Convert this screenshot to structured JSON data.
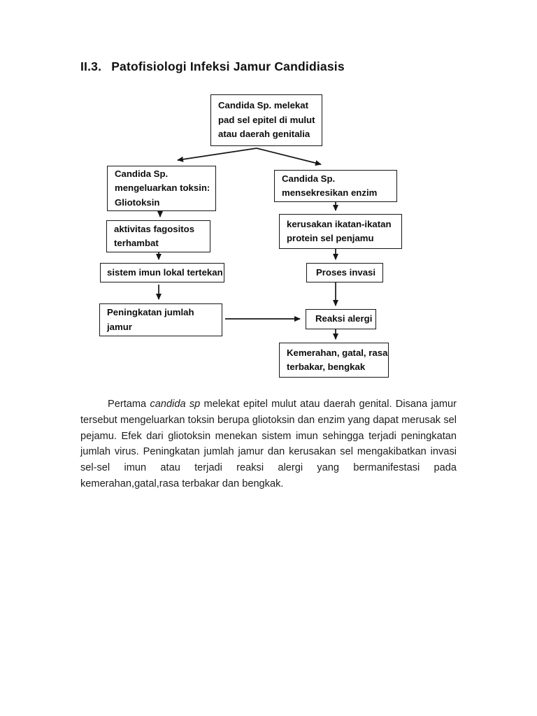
{
  "heading": {
    "number": "II.3.",
    "title": "Patofisiologi Infeksi Jamur Candidiasis"
  },
  "flowchart": {
    "top_box": {
      "lines": [
        "Candida Sp. melekat",
        "pad sel epitel di mulut",
        "atau daerah genitalia"
      ]
    },
    "left_branch": [
      {
        "lines": [
          "Candida Sp.",
          "mengeluarkan toksin:",
          "Gliotoksin"
        ]
      },
      {
        "lines": [
          "aktivitas fagositos",
          "terhambat"
        ]
      },
      {
        "lines": [
          "sistem imun lokal tertekan"
        ]
      },
      {
        "lines": [
          "Peningkatan jumlah",
          "jamur"
        ]
      }
    ],
    "right_branch": [
      {
        "lines": [
          "Candida Sp.",
          "mensekresikan enzim"
        ]
      },
      {
        "lines": [
          "kerusakan ikatan-ikatan",
          "protein sel penjamu"
        ]
      },
      {
        "lines": [
          "Proses invasi"
        ]
      },
      {
        "lines": [
          "Reaksi alergi"
        ]
      },
      {
        "lines": [
          "Kemerahan, gatal, rasa",
          "terbakar, bengkak"
        ]
      }
    ]
  },
  "paragraph": {
    "line1_prefix": "Pertama ",
    "line1_italic": "candida sp",
    "line1_suffix": " melekat epitel mulut atau daerah genital. Disana jamur",
    "line2": "tersebut mengeluarkan toksin berupa gliotoksin dan enzim yang dapat merusak sel",
    "line3": "pejamu. Efek dari gliotoksin  menekan sistem imun sehingga terjadi peningkatan",
    "line4": "jumlah virus. Peningkatan jumlah jamur dan kerusakan sel  mengakibatkan invasi",
    "line5": "sel-sel imun atau terjadi reaksi alergi yang bermanifestasi pada",
    "line6": "kemerahan,gatal,rasa terbakar dan bengkak."
  },
  "colors": {
    "text": "#1a1a1a",
    "box_border": "#161616",
    "background": "#ffffff"
  }
}
